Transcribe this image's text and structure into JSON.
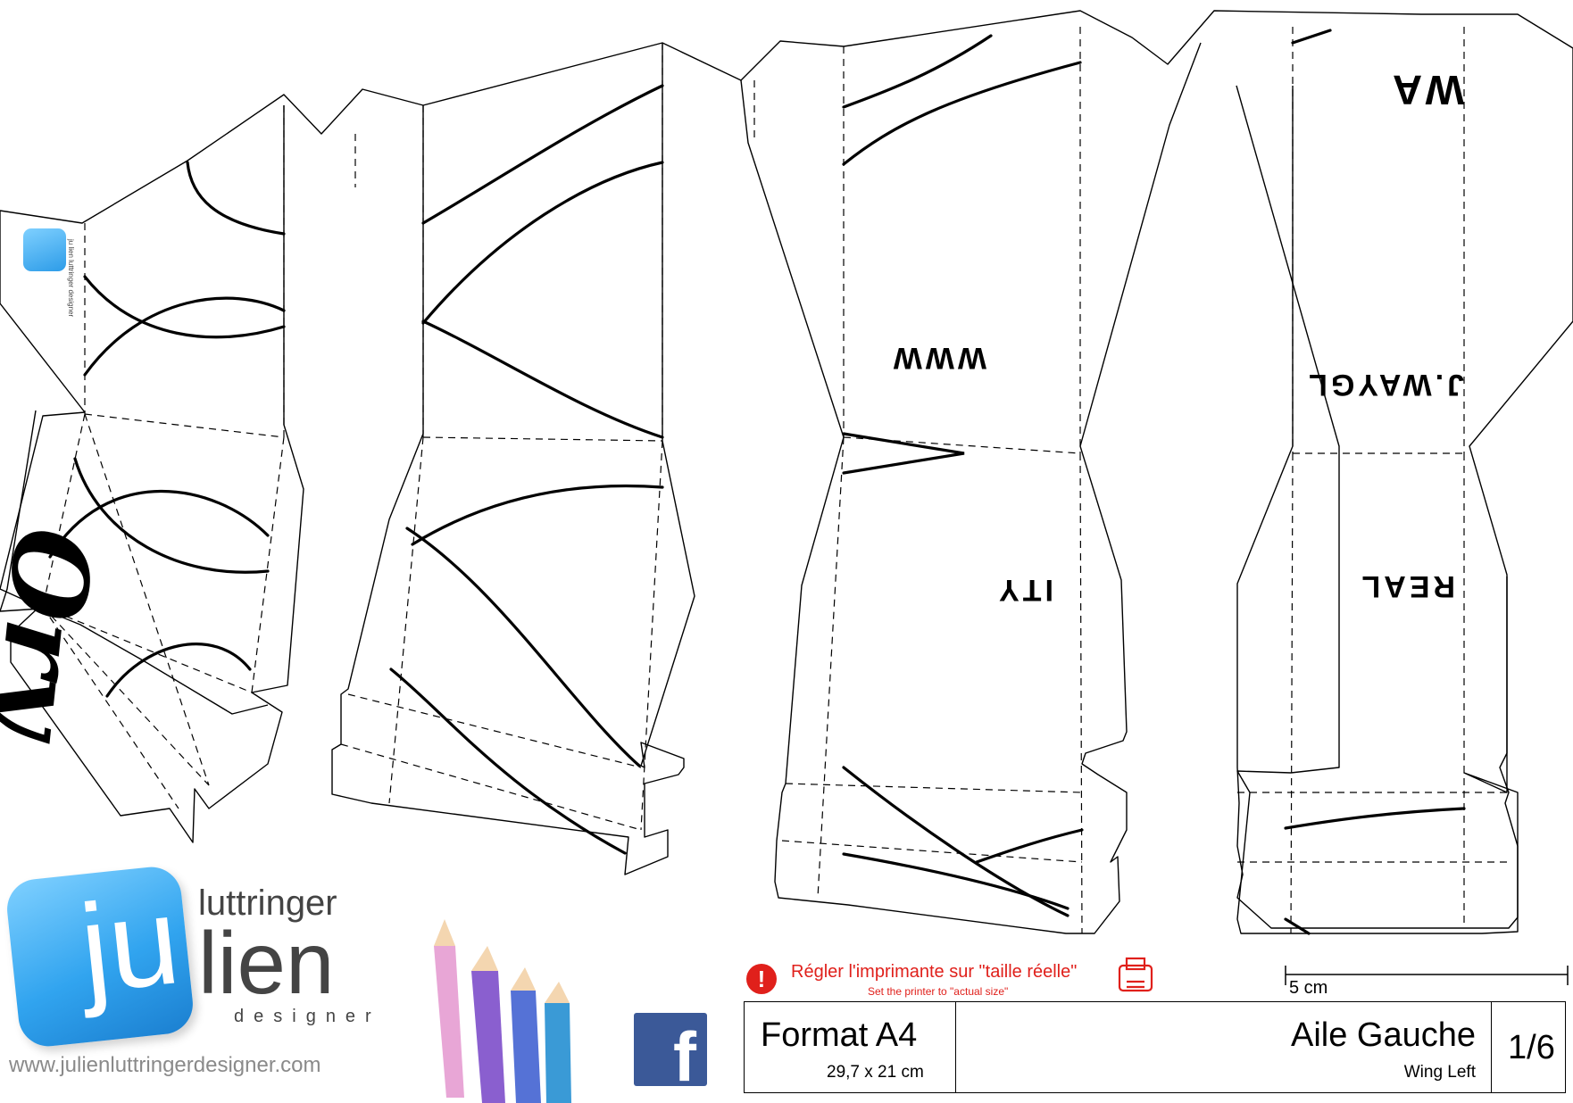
{
  "footer": {
    "format_title": "Format A4",
    "format_size": "29,7 x 21 cm",
    "part_name": "Aile Gauche",
    "part_name_en": "Wing Left",
    "page": "1/6"
  },
  "printer_note": {
    "fr": "Régler l'imprimante sur \"taille réelle\"",
    "en": "Set the printer to \"actual size\"",
    "icon": "warning-icon",
    "printer_icon": "printer-icon"
  },
  "scale": {
    "label": "5 cm"
  },
  "brand": {
    "luttringer": "luttringer",
    "ju": "ju",
    "lien": "lien",
    "designer": "designer",
    "website": "www.julienluttringerdesigner.com",
    "small_logo_text": "ju lien luttringer designer",
    "facebook_icon": "facebook-icon",
    "pencils_icon": "colored-pencils-icon"
  },
  "artwork": {
    "text_fragments": [
      "Ory",
      "WWW",
      "J.WAYGL",
      "REAL",
      "ITY",
      "WA"
    ]
  },
  "colors": {
    "warning_red": "#e0201b",
    "brand_blue": "#31a4ef",
    "facebook_blue": "#3b5998"
  }
}
